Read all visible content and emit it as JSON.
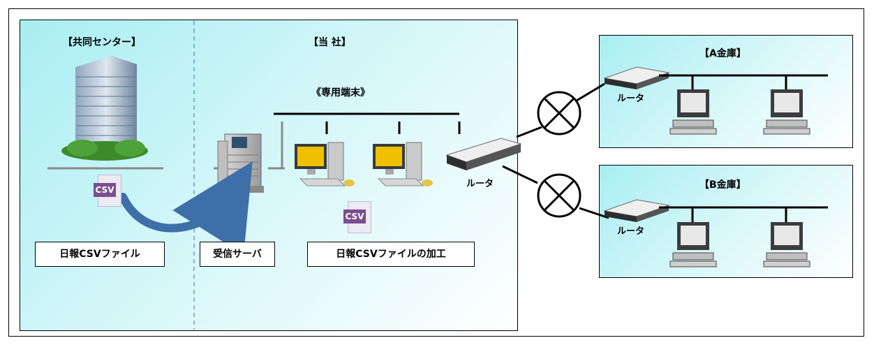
{
  "zones": {
    "kyodo_center": {
      "title": "【共同センター】"
    },
    "tosha": {
      "title": "【当 社】"
    },
    "senyo_tanmatsu": {
      "label": "《専用端末》"
    },
    "a_kinko": {
      "title": "【A金庫】"
    },
    "b_kinko": {
      "title": "【B金庫】"
    }
  },
  "labels": {
    "router_main": "ルータ",
    "router_a": "ルータ",
    "router_b": "ルータ",
    "csv_icon": "CSV"
  },
  "captions": {
    "nippo_csv": "日報CSVファイル",
    "jushin_server": "受信サーバ",
    "nippo_kako": "日報CSVファイルの加工"
  },
  "colors": {
    "zone_gradient_start": "#a8eef2",
    "arrow": "#3e6fa8",
    "csv_tag": "#7a4f8f",
    "monitor_screen": "#f0c000"
  }
}
